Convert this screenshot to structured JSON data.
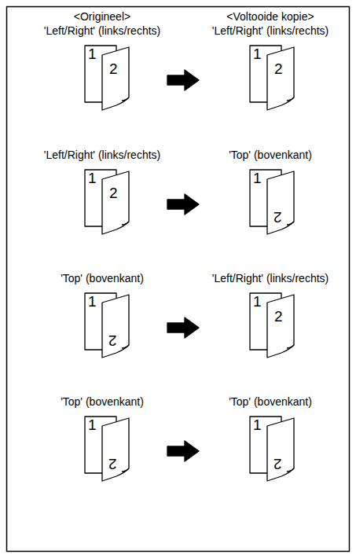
{
  "diagram": {
    "labels": [
      "<Origineel>",
      "<Voltooide kopie>",
      "'Left/Right' (links/rechts)",
      "'Left/Right' (links/rechts)",
      "1",
      "2",
      "1",
      "2",
      "'Left/Right' (links/rechts)",
      "'Top' (bovenkant)",
      "1",
      "2",
      "1",
      "2",
      "'Top' (bovenkant)",
      "'Left/Right' (links/rechts)",
      "1",
      "2",
      "1",
      "2",
      "'Top' (bovenkant)",
      "'Top' (bovenkant)",
      "1",
      "2",
      "1",
      "2"
    ]
  }
}
